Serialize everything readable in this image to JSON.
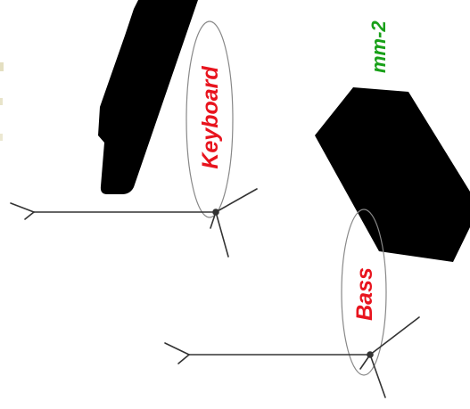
{
  "labels": {
    "keyboard": "Keyboard",
    "bass": "Bass",
    "top_right": "mm-2"
  },
  "colors": {
    "instrument_label": "#e8141e",
    "top_right_label": "#18a018",
    "shape_fill": "#000000",
    "stand": "#333333",
    "ellipse": "#888888",
    "background": "#ffffff"
  }
}
